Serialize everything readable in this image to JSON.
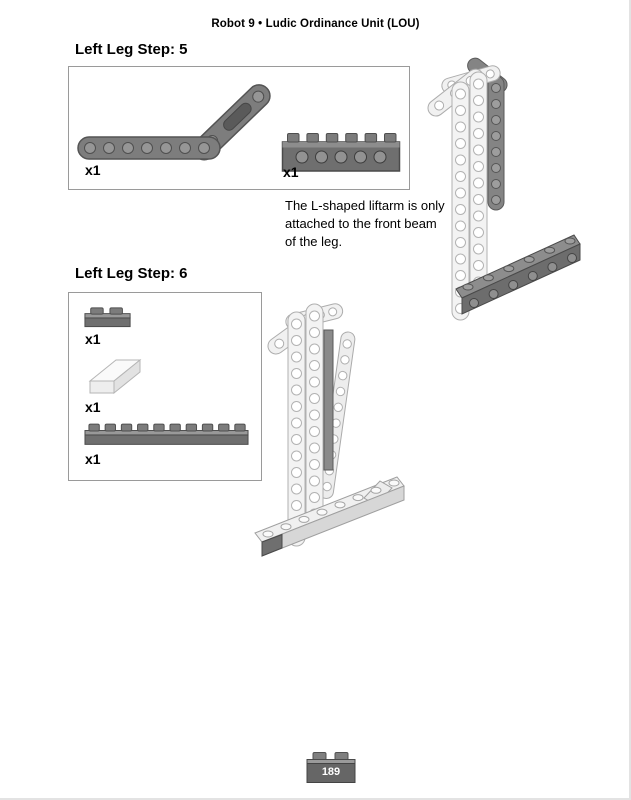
{
  "page": {
    "header": "Robot 9 • Ludic Ordinance Unit (LOU)",
    "page_number": "189"
  },
  "step5": {
    "title": "Left Leg Step: 5",
    "note": "The L-shaped liftarm is only\nattached to the front beam\nof the leg.",
    "parts": [
      {
        "name": "liftarm-l-shape-dark-gray",
        "qty": "x1"
      },
      {
        "name": "technic-brick-1x6-dark-gray",
        "qty": "x1"
      }
    ]
  },
  "step6": {
    "title": "Left Leg Step: 6",
    "parts": [
      {
        "name": "plate-1x2-dark-gray",
        "qty": "x1"
      },
      {
        "name": "slope-brick-white",
        "qty": "x1"
      },
      {
        "name": "plate-1x10-dark-gray",
        "qty": "x1"
      }
    ]
  },
  "colors": {
    "dark_gray_part": "#6f6f6f",
    "light_gray_part": "#f3f3f3",
    "box_border": "#9a9a9a"
  }
}
